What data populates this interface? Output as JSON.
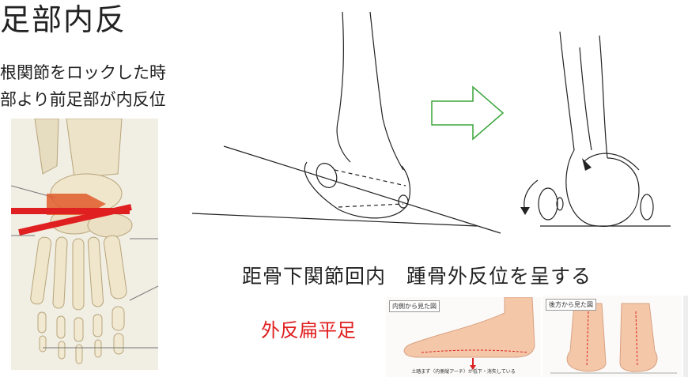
{
  "title": "足部内反",
  "note": {
    "line1": "根関節をロックした時",
    "line2": "部より前足部が内反位"
  },
  "caption": "距骨下関節回内　踵骨外反位を呈する",
  "flatfoot_label": "外反扁平足",
  "photos": {
    "left_tag": "内側から見た図",
    "left_caption": "土踏まず（内側縦アーチ）が低下・消失している",
    "right_tag": "後方から見た図"
  },
  "colors": {
    "arrow_green": "#3aa53a",
    "red": "#e02020",
    "skin": "#f3c7a8"
  }
}
